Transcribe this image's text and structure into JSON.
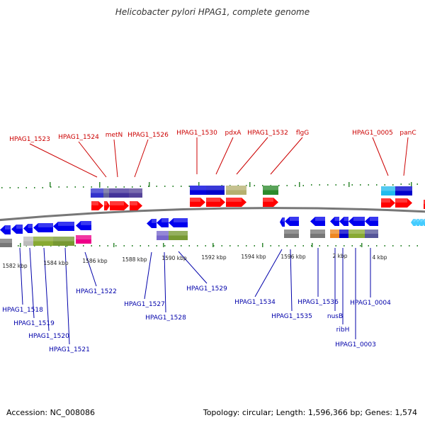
{
  "header": {
    "title": "Helicobacter pylori HPAG1, complete genome"
  },
  "footer": {
    "accession": "Accession: NC_008086",
    "summary": "Topology: circular; Length: 1,596,366 bp; Genes: 1,574"
  },
  "colors": {
    "upper_label": "#cc0000",
    "lower_label": "#0000aa",
    "forward_arrow": "#ff0000",
    "reverse_arrow": "#0000ee",
    "tick": "#338833",
    "backbone": "#777777"
  },
  "chart_data": {
    "type": "genome-map",
    "ticks": [
      "1582 kbp",
      "1584 kbp",
      "1586 kbp",
      "1588 kbp",
      "1590 kbp",
      "1592 kbp",
      "1594 kbp",
      "1596 kbp",
      "2 kbp",
      "4 kbp"
    ],
    "upper_labels": [
      "HPAG1_1523",
      "HPAG1_1524",
      "metN",
      "HPAG1_1526",
      "HPAG1_1530",
      "pdxA",
      "HPAG1_1532",
      "flgG",
      "HPAG1_0005",
      "panC"
    ],
    "lower_labels": [
      "HPAG1_1518",
      "HPAG1_1519",
      "HPAG1_1520",
      "HPAG1_1521",
      "HPAG1_1522",
      "HPAG1_1527",
      "HPAG1_1528",
      "HPAG1_1529",
      "HPAG1_1534",
      "HPAG1_1535",
      "HPAG1_1536",
      "nusB",
      "ribH",
      "HPAG1_0003",
      "HPAG1_0004"
    ]
  }
}
